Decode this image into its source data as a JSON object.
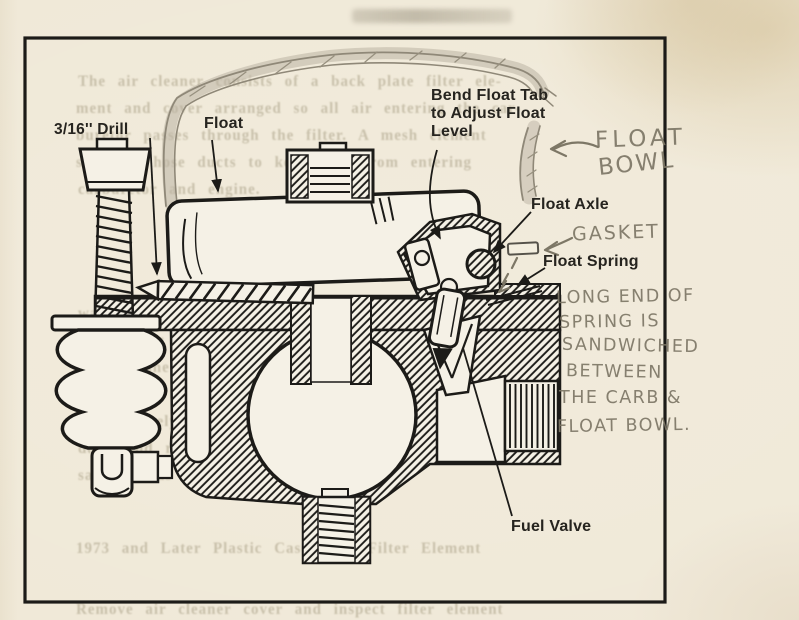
{
  "figure": {
    "printed_labels": {
      "drill": "3/16'' Drill",
      "float": "Float",
      "bend_line1": "Bend Float Tab",
      "bend_line2": "to Adjust Float",
      "bend_line3": "Level",
      "float_axle": "Float Axle",
      "float_spring": "Float Spring",
      "fuel_valve": "Fuel Valve"
    },
    "handwritten": {
      "float_bowl_line1": "FLOAT",
      "float_bowl_line2": "BOWL",
      "gasket": "GASKET",
      "long_note_lines": [
        "LONG END OF",
        "SPRING IS",
        "SANDWICHED",
        "BETWEEN",
        "THE CARB &",
        "FLOAT BOWL."
      ]
    },
    "bleedthrough_lines": [
      "The air cleaner consists of a back plate filter ele-",
      "ment and cover arranged so all air entering the car-",
      "buretor passes through the filter.  A mesh element",
      "seals all hose ducts to keep dust from entering",
      "carburetor and engine.",
      "washer is faced properly.  Remove",
      "air cleaner element in the filter solvent.",
      "with engine oil at least every 1,00",
      "or oftener under dusty driving conditions.",
      "In extremely dusty service, clean the filter mesh",
      "daily and reoil at least once a day.  Use the",
      "same oil as used in the engine.",
      "1973 and Later Plastic Case Type Filter Element",
      "Remove air cleaner cover and inspect filter element"
    ],
    "colors": {
      "paper": "#f0e9d8",
      "ink": "#1c1b18",
      "pencil": "#7d7766",
      "bleedthrough": "#a89f85"
    }
  }
}
